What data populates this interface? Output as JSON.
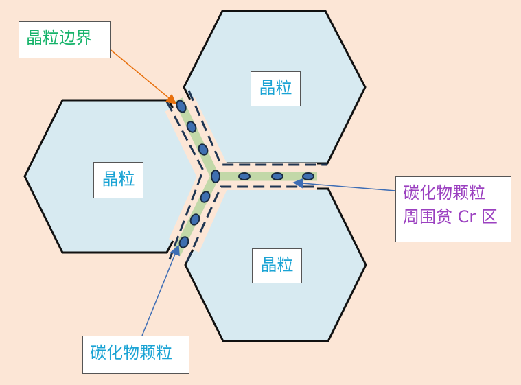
{
  "colors": {
    "background": "#fce6d6",
    "grain_fill": "#d7eaf1",
    "grain_stroke": "#111111",
    "boundary_band": "#c2d8a8",
    "dashed_line": "#1f3552",
    "particle_fill": "#3f6fb0",
    "particle_stroke": "#1a2a40",
    "label_grain": "#1aa3d4",
    "label_boundary": "#16b36a",
    "label_particle": "#1aa3d4",
    "label_depleted": "#9b40c0",
    "arrow_orange": "#e8700d",
    "arrow_blue": "#3d6db5"
  },
  "labels": {
    "grain_top": "晶粒",
    "grain_left": "晶粒",
    "grain_bottom": "晶粒",
    "grain_boundary": "晶粒边界",
    "carbide_particles": "碳化物颗粒",
    "cr_depleted_line1": "碳化物颗粒",
    "cr_depleted_line2": "周围贫 Cr 区"
  }
}
